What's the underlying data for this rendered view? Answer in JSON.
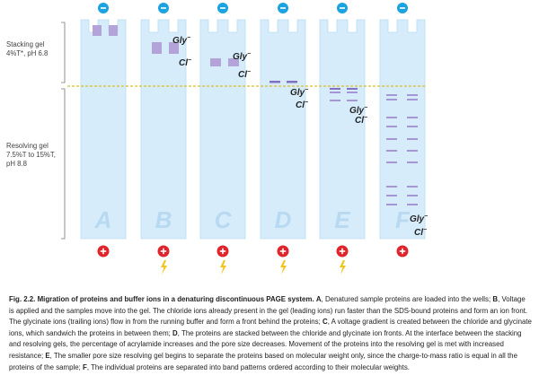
{
  "labels": {
    "stacking": [
      "Stacking gel",
      "4%T*, pH 6.8"
    ],
    "resolving": [
      "Resolving gel",
      "7.5%T to 15%T,",
      "pH 8.8"
    ]
  },
  "ions": {
    "glycine": "Gly",
    "chloride": "Cl",
    "charge": "−"
  },
  "gels": [
    {
      "id": "A",
      "letter": "A",
      "has_bolt": false,
      "stage": "Denatured sample proteins loaded into the wells"
    },
    {
      "id": "B",
      "letter": "B",
      "has_bolt": true,
      "stage": "Voltage applied; samples move into gel"
    },
    {
      "id": "C",
      "letter": "C",
      "has_bolt": true,
      "stage": "Proteins sandwiched between chloride and glycinate ions"
    },
    {
      "id": "D",
      "letter": "D",
      "has_bolt": true,
      "stage": "Proteins stacked between ion fronts"
    },
    {
      "id": "E",
      "letter": "E",
      "has_bolt": true,
      "stage": "Separation begins in resolving gel"
    },
    {
      "id": "F",
      "letter": "F",
      "has_bolt": false,
      "stage": "Proteins separated into band patterns"
    }
  ],
  "colors": {
    "gel": "#d6ecfa",
    "gel_border": "#b9dcf3",
    "letter": "#b8d9f2",
    "interface": "#d8c02a",
    "protein_box": "#b3a3d9",
    "band": "#8270c4",
    "band_light": "#a597d6",
    "cathode": "#1aa3e0",
    "anode": "#e0242b",
    "bolt": "#f2c318"
  },
  "caption": {
    "figure_label": "Fig. 2.2.",
    "title": "Migration of proteins and buffer ions in a denaturing discontinuous PAGE system.",
    "segments": [
      {
        "key": "A",
        "text": "Denatured sample proteins are loaded into the wells;"
      },
      {
        "key": "B",
        "text": "Voltage is applied and the samples move into the gel. The chloride ions already present in the gel (leading ions) run faster than the SDS-bound proteins and form an ion front. The glycinate ions (trailing ions) flow in from the running buffer and form a front behind the proteins;"
      },
      {
        "key": "C",
        "text": "A voltage gradient is created between the chloride and glycinate ions, which sandwich the proteins in between them;"
      },
      {
        "key": "D",
        "text": "The proteins are stacked between the chloride and glycinate ion fronts. At the interface between the stacking and resolving gels, the percentage of acrylamide increases and the pore size decreases. Movement of the proteins into the resolving gel is met with increased resistance;"
      },
      {
        "key": "E",
        "text": "The smaller pore size resolving gel begins to separate the proteins based on molecular weight only, since the charge-to-mass ratio is equal in all the proteins of the sample;"
      },
      {
        "key": "F",
        "text": "The individual proteins are separated into band patterns ordered according to their molecular weights."
      }
    ]
  }
}
